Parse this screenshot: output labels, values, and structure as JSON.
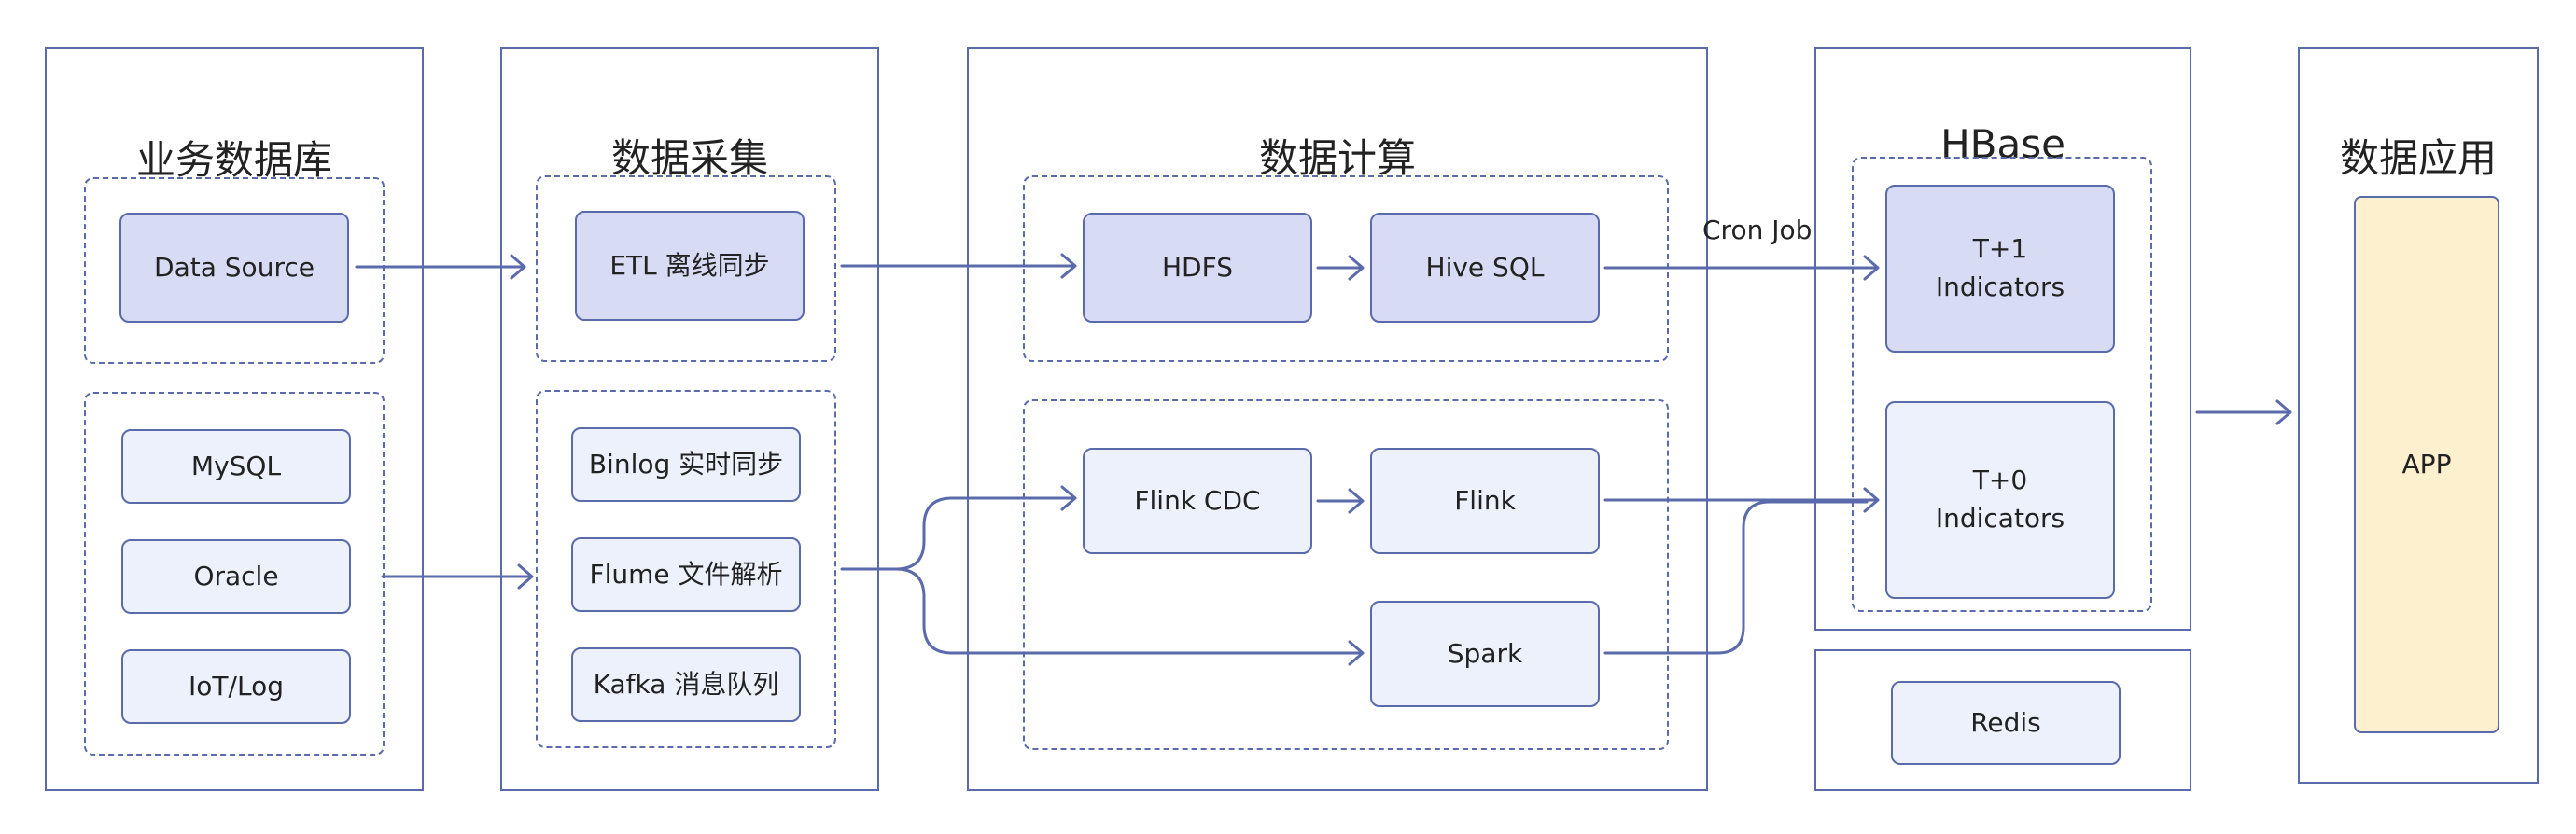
{
  "panels": {
    "business_db": "业务数据库",
    "collection": "数据采集",
    "compute": "数据计算",
    "hbase": "HBase",
    "application": "数据应用"
  },
  "nodes": {
    "data_source": "Data Source",
    "mysql": "MySQL",
    "oracle": "Oracle",
    "iot_log": "IoT/Log",
    "etl": "ETL 离线同步",
    "binlog": "Binlog 实时同步",
    "flume": "Flume 文件解析",
    "kafka": "Kafka 消息队列",
    "hdfs": "HDFS",
    "hive_sql": "Hive SQL",
    "flink_cdc": "Flink CDC",
    "flink": "Flink",
    "spark": "Spark",
    "t1_indicators": "T+1\nIndicators",
    "t0_indicators": "T+0\nIndicators",
    "redis": "Redis",
    "app": "APP"
  },
  "edge_labels": {
    "cron_job": "Cron Job"
  },
  "colors": {
    "stroke": "#5a6aab",
    "node_dark": "#d7dcf4",
    "node_light": "#edf1fc",
    "app_fill": "#fdf0cf"
  }
}
